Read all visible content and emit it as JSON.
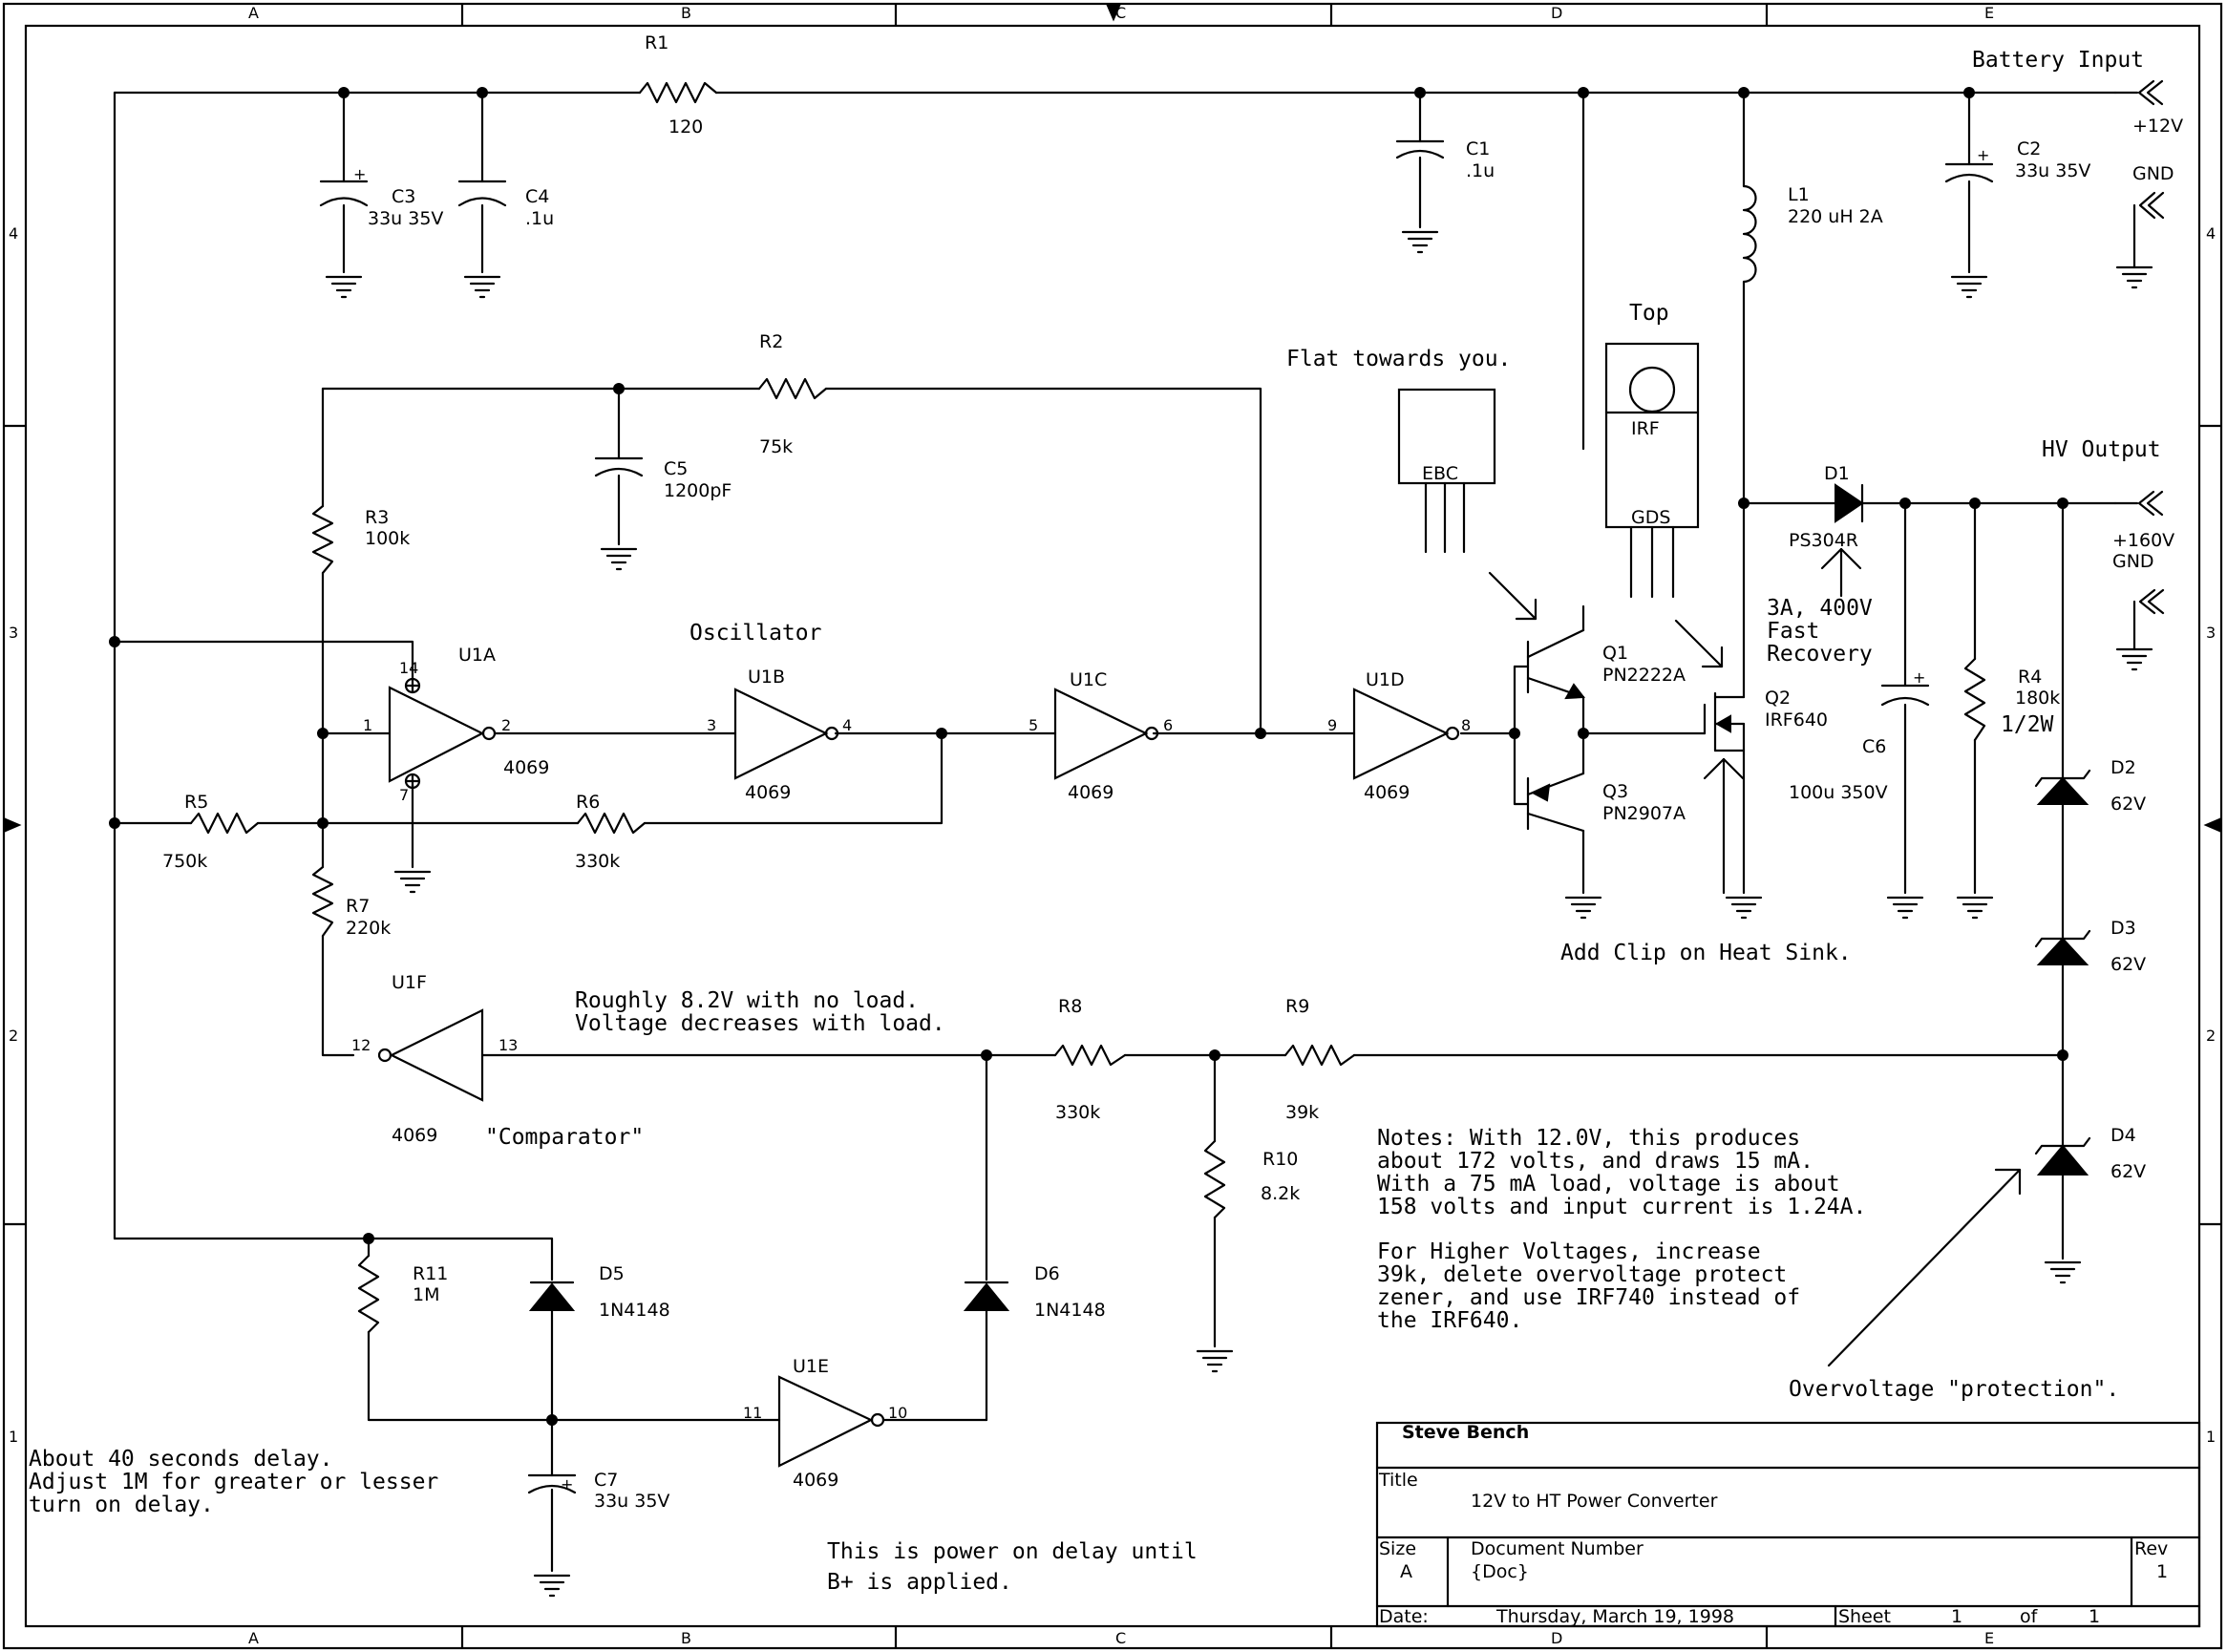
{
  "border": {
    "columns": [
      "A",
      "B",
      "C",
      "D",
      "E"
    ],
    "rows": [
      "4",
      "3",
      "2",
      "1"
    ]
  },
  "components": {
    "R1": {
      "ref": "R1",
      "value": "120"
    },
    "R2": {
      "ref": "R2",
      "value": "75k"
    },
    "R3": {
      "ref": "R3",
      "value": "100k"
    },
    "R4": {
      "ref": "R4",
      "value": "180k",
      "rating": "1/2W"
    },
    "R5": {
      "ref": "R5",
      "value": "750k"
    },
    "R6": {
      "ref": "R6",
      "value": "330k"
    },
    "R7": {
      "ref": "R7",
      "value": "220k"
    },
    "R8": {
      "ref": "R8",
      "value": "330k"
    },
    "R9": {
      "ref": "R9",
      "value": "39k"
    },
    "R10": {
      "ref": "R10",
      "value": "8.2k"
    },
    "R11": {
      "ref": "R11",
      "value": "1M"
    },
    "C1": {
      "ref": "C1",
      "value": ".1u"
    },
    "C2": {
      "ref": "C2",
      "value": "33u 35V"
    },
    "C3": {
      "ref": "C3",
      "value": "33u 35V"
    },
    "C4": {
      "ref": "C4",
      "value": ".1u"
    },
    "C5": {
      "ref": "C5",
      "value": "1200pF"
    },
    "C6": {
      "ref": "C6",
      "value": "100u 350V"
    },
    "C7": {
      "ref": "C7",
      "value": "33u 35V"
    },
    "L1": {
      "ref": "L1",
      "value": "220 uH 2A"
    },
    "D1": {
      "ref": "D1",
      "value": "PS304R"
    },
    "D2": {
      "ref": "D2",
      "value": "62V"
    },
    "D3": {
      "ref": "D3",
      "value": "62V"
    },
    "D4": {
      "ref": "D4",
      "value": "62V"
    },
    "D5": {
      "ref": "D5",
      "value": "1N4148"
    },
    "D6": {
      "ref": "D6",
      "value": "1N4148"
    },
    "Q1": {
      "ref": "Q1",
      "value": "PN2222A"
    },
    "Q2": {
      "ref": "Q2",
      "value": "IRF640"
    },
    "Q3": {
      "ref": "Q3",
      "value": "PN2907A"
    },
    "U1A": {
      "ref": "U1A",
      "value": "4069"
    },
    "U1B": {
      "ref": "U1B",
      "value": "4069"
    },
    "U1C": {
      "ref": "U1C",
      "value": "4069"
    },
    "U1D": {
      "ref": "U1D",
      "value": "4069"
    },
    "U1E": {
      "ref": "U1E",
      "value": "4069"
    },
    "U1F": {
      "ref": "U1F",
      "value": "4069"
    }
  },
  "pins": {
    "p1": "1",
    "p2": "2",
    "p3": "3",
    "p4": "4",
    "p5": "5",
    "p6": "6",
    "p7": "7",
    "p8": "8",
    "p9": "9",
    "p10": "10",
    "p11": "11",
    "p12": "12",
    "p13": "13",
    "p14": "14",
    "u1a_vdd": "14",
    "u1a_vss": "7"
  },
  "connectors": {
    "battery_input": "Battery Input",
    "plus12v": "+12V",
    "gnd_in": "GND",
    "hv_output": "HV Output",
    "plus160v": "+160V",
    "gnd_out": "GND"
  },
  "packages": {
    "to92_caption": "Flat towards you.",
    "to92_pins": "EBC",
    "to220_caption": "Top",
    "to220_name": "IRF",
    "to220_pins": "GDS"
  },
  "annotations": {
    "oscillator": "Oscillator",
    "comparator": "\"Comparator\"",
    "roughly_1": "Roughly 8.2V with no load.",
    "roughly_2": "Voltage decreases with load.",
    "d1_note_1": "3A, 400V",
    "d1_note_2": "Fast",
    "d1_note_3": "Recovery",
    "heatsink": "Add Clip on Heat Sink.",
    "notes": [
      "Notes: With 12.0V, this produces",
      "about 172 volts, and draws 15 mA.",
      "With a 75 mA load, voltage is about",
      "158 volts and input current is 1.24A."
    ],
    "higher": [
      "For Higher Voltages, increase",
      "39k, delete overvoltage protect",
      "zener, and use IRF740 instead of",
      "the IRF640."
    ],
    "overvoltage": "Overvoltage \"protection\".",
    "delay": [
      " About 40 seconds delay.",
      "Adjust 1M for greater or lesser",
      "turn on delay."
    ],
    "power_on": [
      "This is power on delay until",
      "B+ is applied."
    ]
  },
  "title_block": {
    "author": "Steve Bench",
    "title_label": "Title",
    "title": "12V to HT Power Converter",
    "size_label": "Size",
    "size": "A",
    "docnum_label": "Document Number",
    "docnum": "{Doc}",
    "rev_label": "Rev",
    "rev": "1",
    "date_label": "Date:",
    "date": "Thursday, March 19, 1998",
    "sheet_label": "Sheet",
    "sheet": "1",
    "of_label": "of",
    "sheets": "1"
  }
}
